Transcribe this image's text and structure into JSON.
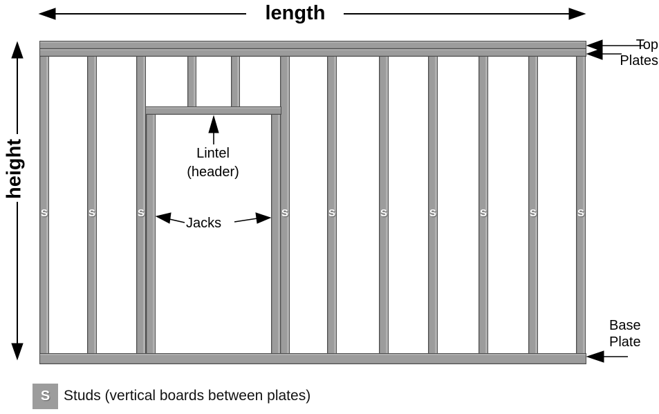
{
  "labels": {
    "length": "length",
    "height": "height",
    "top_plates_line1": "Top",
    "top_plates_line2": "Plates",
    "base_plate_line1": "Base",
    "base_plate_line2": "Plate",
    "lintel_line1": "Lintel",
    "lintel_line2": "(header)",
    "jacks": "Jacks"
  },
  "stud_symbol": "S",
  "legend": {
    "symbol": "S",
    "description": "Studs (vertical boards between plates)"
  },
  "figure": {
    "type": "wall-framing-diagram",
    "visible_parts": {
      "top_plates": 2,
      "base_plate": 1,
      "studs_labeled_S": 10,
      "jack_studs": 2,
      "cripple_studs_above_lintel": 2,
      "lintel_header": 1,
      "door_opening": 1
    }
  },
  "colors": {
    "background": "#ffffff",
    "wood_fill": "#9c9c9c",
    "wood_outline": "#4c4c4c",
    "text": "#000000",
    "stud_letter": "#ffffff"
  }
}
